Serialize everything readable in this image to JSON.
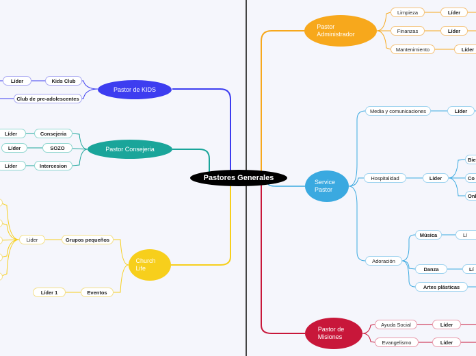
{
  "root": "Pastores Generales",
  "admin": {
    "line1": "Pastor",
    "line2": "Administrador",
    "color": "#f7a81c",
    "items": [
      "Limpieza",
      "Finanzas",
      "Mantenimiento"
    ],
    "leader": "Líder"
  },
  "kids": {
    "title": "Pastor  de KIDS",
    "color": "#3d3df0",
    "items": [
      "Kids Club",
      "Club de pre-adolescentes"
    ],
    "leader": "Líder"
  },
  "consejeria": {
    "title": "Pastor Consejeria",
    "color": "#1aa59a",
    "items": [
      "Consejeria",
      "SOZO",
      "Intercesion"
    ],
    "leader": "Líder"
  },
  "service": {
    "line1": "Service",
    "line2": "Pastor",
    "color": "#3aa9e0",
    "media": "Media y comunicaciones",
    "hosp": "Hospitalidad",
    "hosp_children": [
      "Bie",
      "Co",
      "Onl"
    ],
    "adoracion": "Adoración",
    "musica": "Música",
    "danza": "Danza",
    "artes": "Artes plásticas",
    "leader": "Líder",
    "leader_cut": "Lí"
  },
  "church": {
    "line1": "Church",
    "line2": "Life",
    "color": "#f7cf1c",
    "grupos": "Grupos pequeños",
    "eventos": "Eventos",
    "leader_light": "Lider",
    "leader1": "Líder 1"
  },
  "misiones": {
    "line1": "Pastor de",
    "line2": "Misiones",
    "color": "#c8173a",
    "items": [
      "Ayuda Social",
      "Evangelismo"
    ],
    "leader": "Líder"
  }
}
